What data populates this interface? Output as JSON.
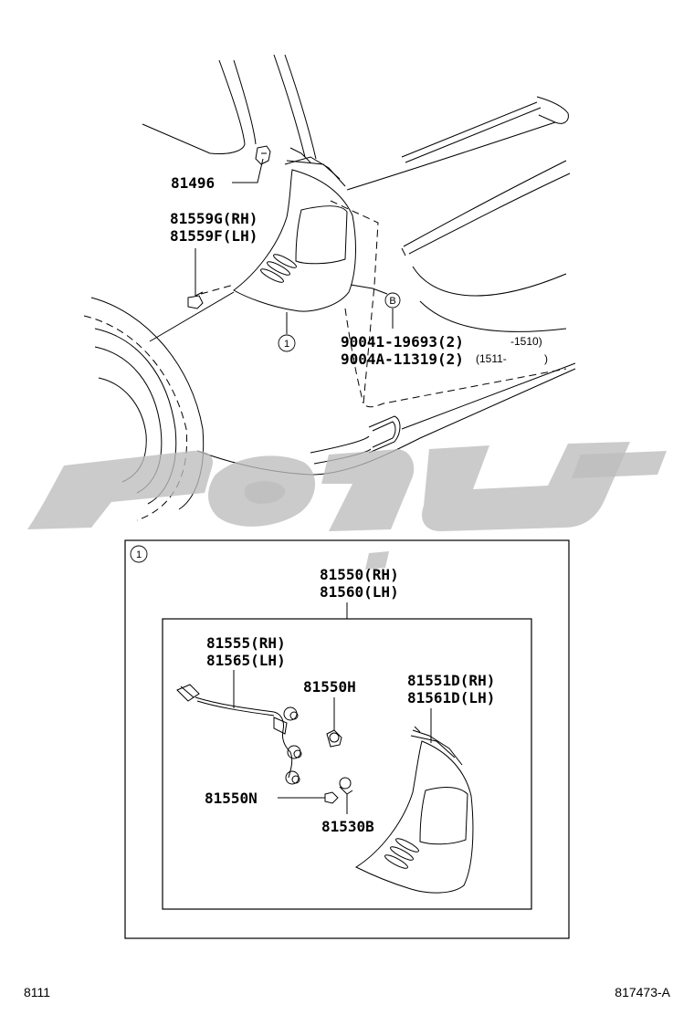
{
  "labels": {
    "p81496": "81496",
    "p81559g": "81559G(RH)",
    "p81559f": "81559F(LH)",
    "callout_1": "1",
    "callout_b": "B",
    "p90041": "90041-19693(2)",
    "p90041_range": "-1510)",
    "p9004a": "9004A-11319(2)",
    "p9004a_range": "(1511-",
    "p9004a_range_end": ")",
    "detail_callout": "1",
    "p81550": "81550(RH)",
    "p81560": "81560(LH)",
    "p81555": "81555(RH)",
    "p81565": "81565(LH)",
    "p81550h": "81550H",
    "p81551d": "81551D(RH)",
    "p81561d": "81561D(LH)",
    "p81550n": "81550N",
    "p81530b": "81530B"
  },
  "footer": {
    "left_code": "8111",
    "right_code": "817473-A"
  },
  "colors": {
    "line": "#000000",
    "watermark": "#bdbdbd",
    "background": "#ffffff"
  }
}
